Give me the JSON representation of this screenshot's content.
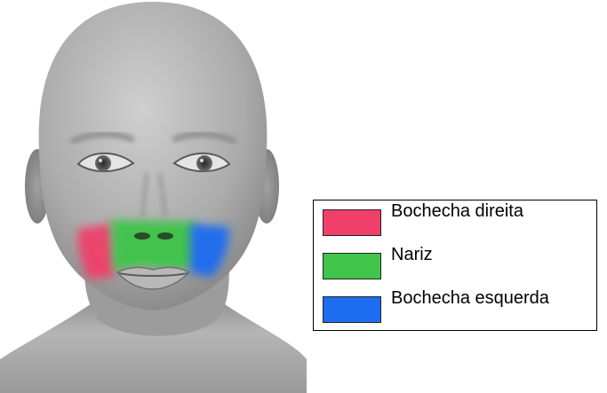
{
  "figure": {
    "subject": "3d-head-render",
    "regions": [
      {
        "key": "right_cheek",
        "color": "#f0406a"
      },
      {
        "key": "nose",
        "color": "#3ec54a"
      },
      {
        "key": "left_cheek",
        "color": "#1e6cf0"
      }
    ]
  },
  "legend": {
    "items": [
      {
        "label": "Bochecha direita",
        "color": "#f0406a"
      },
      {
        "label": "Nariz",
        "color": "#3ec54a"
      },
      {
        "label": "Bochecha esquerda",
        "color": "#1e6cf0"
      }
    ]
  }
}
